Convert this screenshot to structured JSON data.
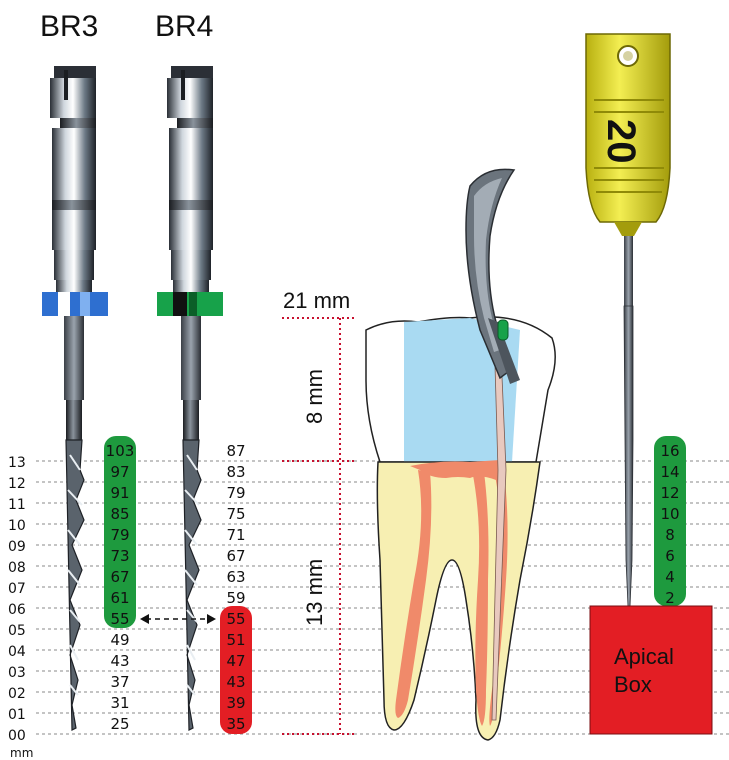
{
  "titles": {
    "left_file": "BR3",
    "right_file": "BR4"
  },
  "scale": {
    "levels": [
      "13",
      "12",
      "11",
      "10",
      "09",
      "08",
      "07",
      "06",
      "05",
      "04",
      "03",
      "02",
      "01",
      "00"
    ],
    "unit": "mm"
  },
  "br3_values": {
    "green": [
      "103",
      "97",
      "91",
      "85",
      "79",
      "73",
      "67",
      "61",
      "55"
    ],
    "plain": [
      "49",
      "43",
      "37",
      "31",
      "25"
    ]
  },
  "br4_values": {
    "plain": [
      "87",
      "83",
      "79",
      "75",
      "71",
      "67",
      "63",
      "59"
    ],
    "red": [
      "55",
      "51",
      "47",
      "43",
      "39",
      "35"
    ]
  },
  "tooth": {
    "length_label": "21 mm",
    "crown_label": "8 mm",
    "root_label": "13 mm"
  },
  "hand_file": {
    "handle_number": "20",
    "green": [
      "16",
      "14",
      "12",
      "10",
      "8",
      "6",
      "4",
      "2"
    ],
    "box_line1": "Apical",
    "box_line2": "Box"
  },
  "colors": {
    "green": "#1e9a3e",
    "red": "#e31e24",
    "yellow": "#e8e02c",
    "blue_ring": "#2e6fd0",
    "green_ring": "#17a24a",
    "pulp": "#f08a6a",
    "dentin": "#f7efb2",
    "crown_fill": "#a9daf2",
    "dotted": "#c8102e"
  }
}
